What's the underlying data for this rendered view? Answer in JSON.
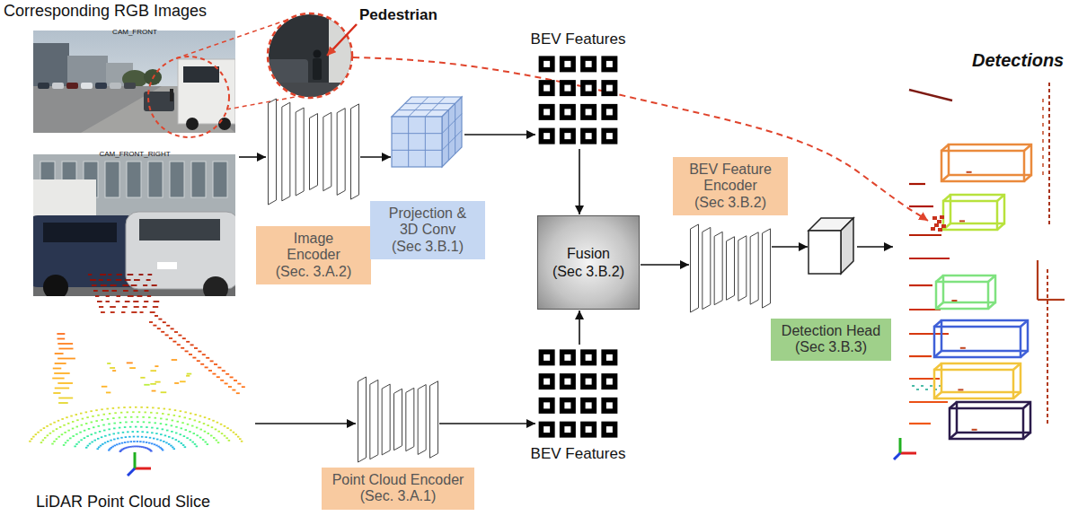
{
  "diagram": {
    "nodes": [
      {
        "text": [
          "Image Encoder",
          "(Sec. 3.A.2)"
        ]
      },
      {
        "text": [
          "Projection & 3D Conv",
          "(Sec 3.B.1)"
        ]
      },
      {
        "text": [
          "BEV Features"
        ]
      },
      {
        "text": [
          "Fusion",
          "(Sec 3.B.2)"
        ]
      },
      {
        "text": [
          "BEV Feature Encoder",
          "(Sec 3.B.2)"
        ]
      },
      {
        "text": [
          "Detection Head",
          "(Sec 3.B.3)"
        ]
      },
      {
        "text": [
          "Point Cloud Encoder",
          "(Sec. 3.A.1)"
        ]
      },
      {
        "text": [
          "BEV Features"
        ]
      }
    ],
    "edges": [
      {
        "from": 0,
        "to": 1,
        "arrow": "to"
      },
      {
        "from": 1,
        "to": 2,
        "arrow": "to"
      },
      {
        "from": 2,
        "to": 3,
        "arrow": "to"
      },
      {
        "from": 6,
        "to": 7,
        "arrow": "to"
      },
      {
        "from": 7,
        "to": 3,
        "arrow": "to"
      },
      {
        "from": 3,
        "to": 4,
        "arrow": "to"
      },
      {
        "from": 4,
        "to": 5,
        "arrow": "to"
      }
    ],
    "labels": [
      "Corresponding RGB Images",
      "CAM_FRONT",
      "Pedestrian",
      "CAM_FRONT_RIGHT",
      "LiDAR Point Cloud Slice",
      "Detections"
    ]
  }
}
